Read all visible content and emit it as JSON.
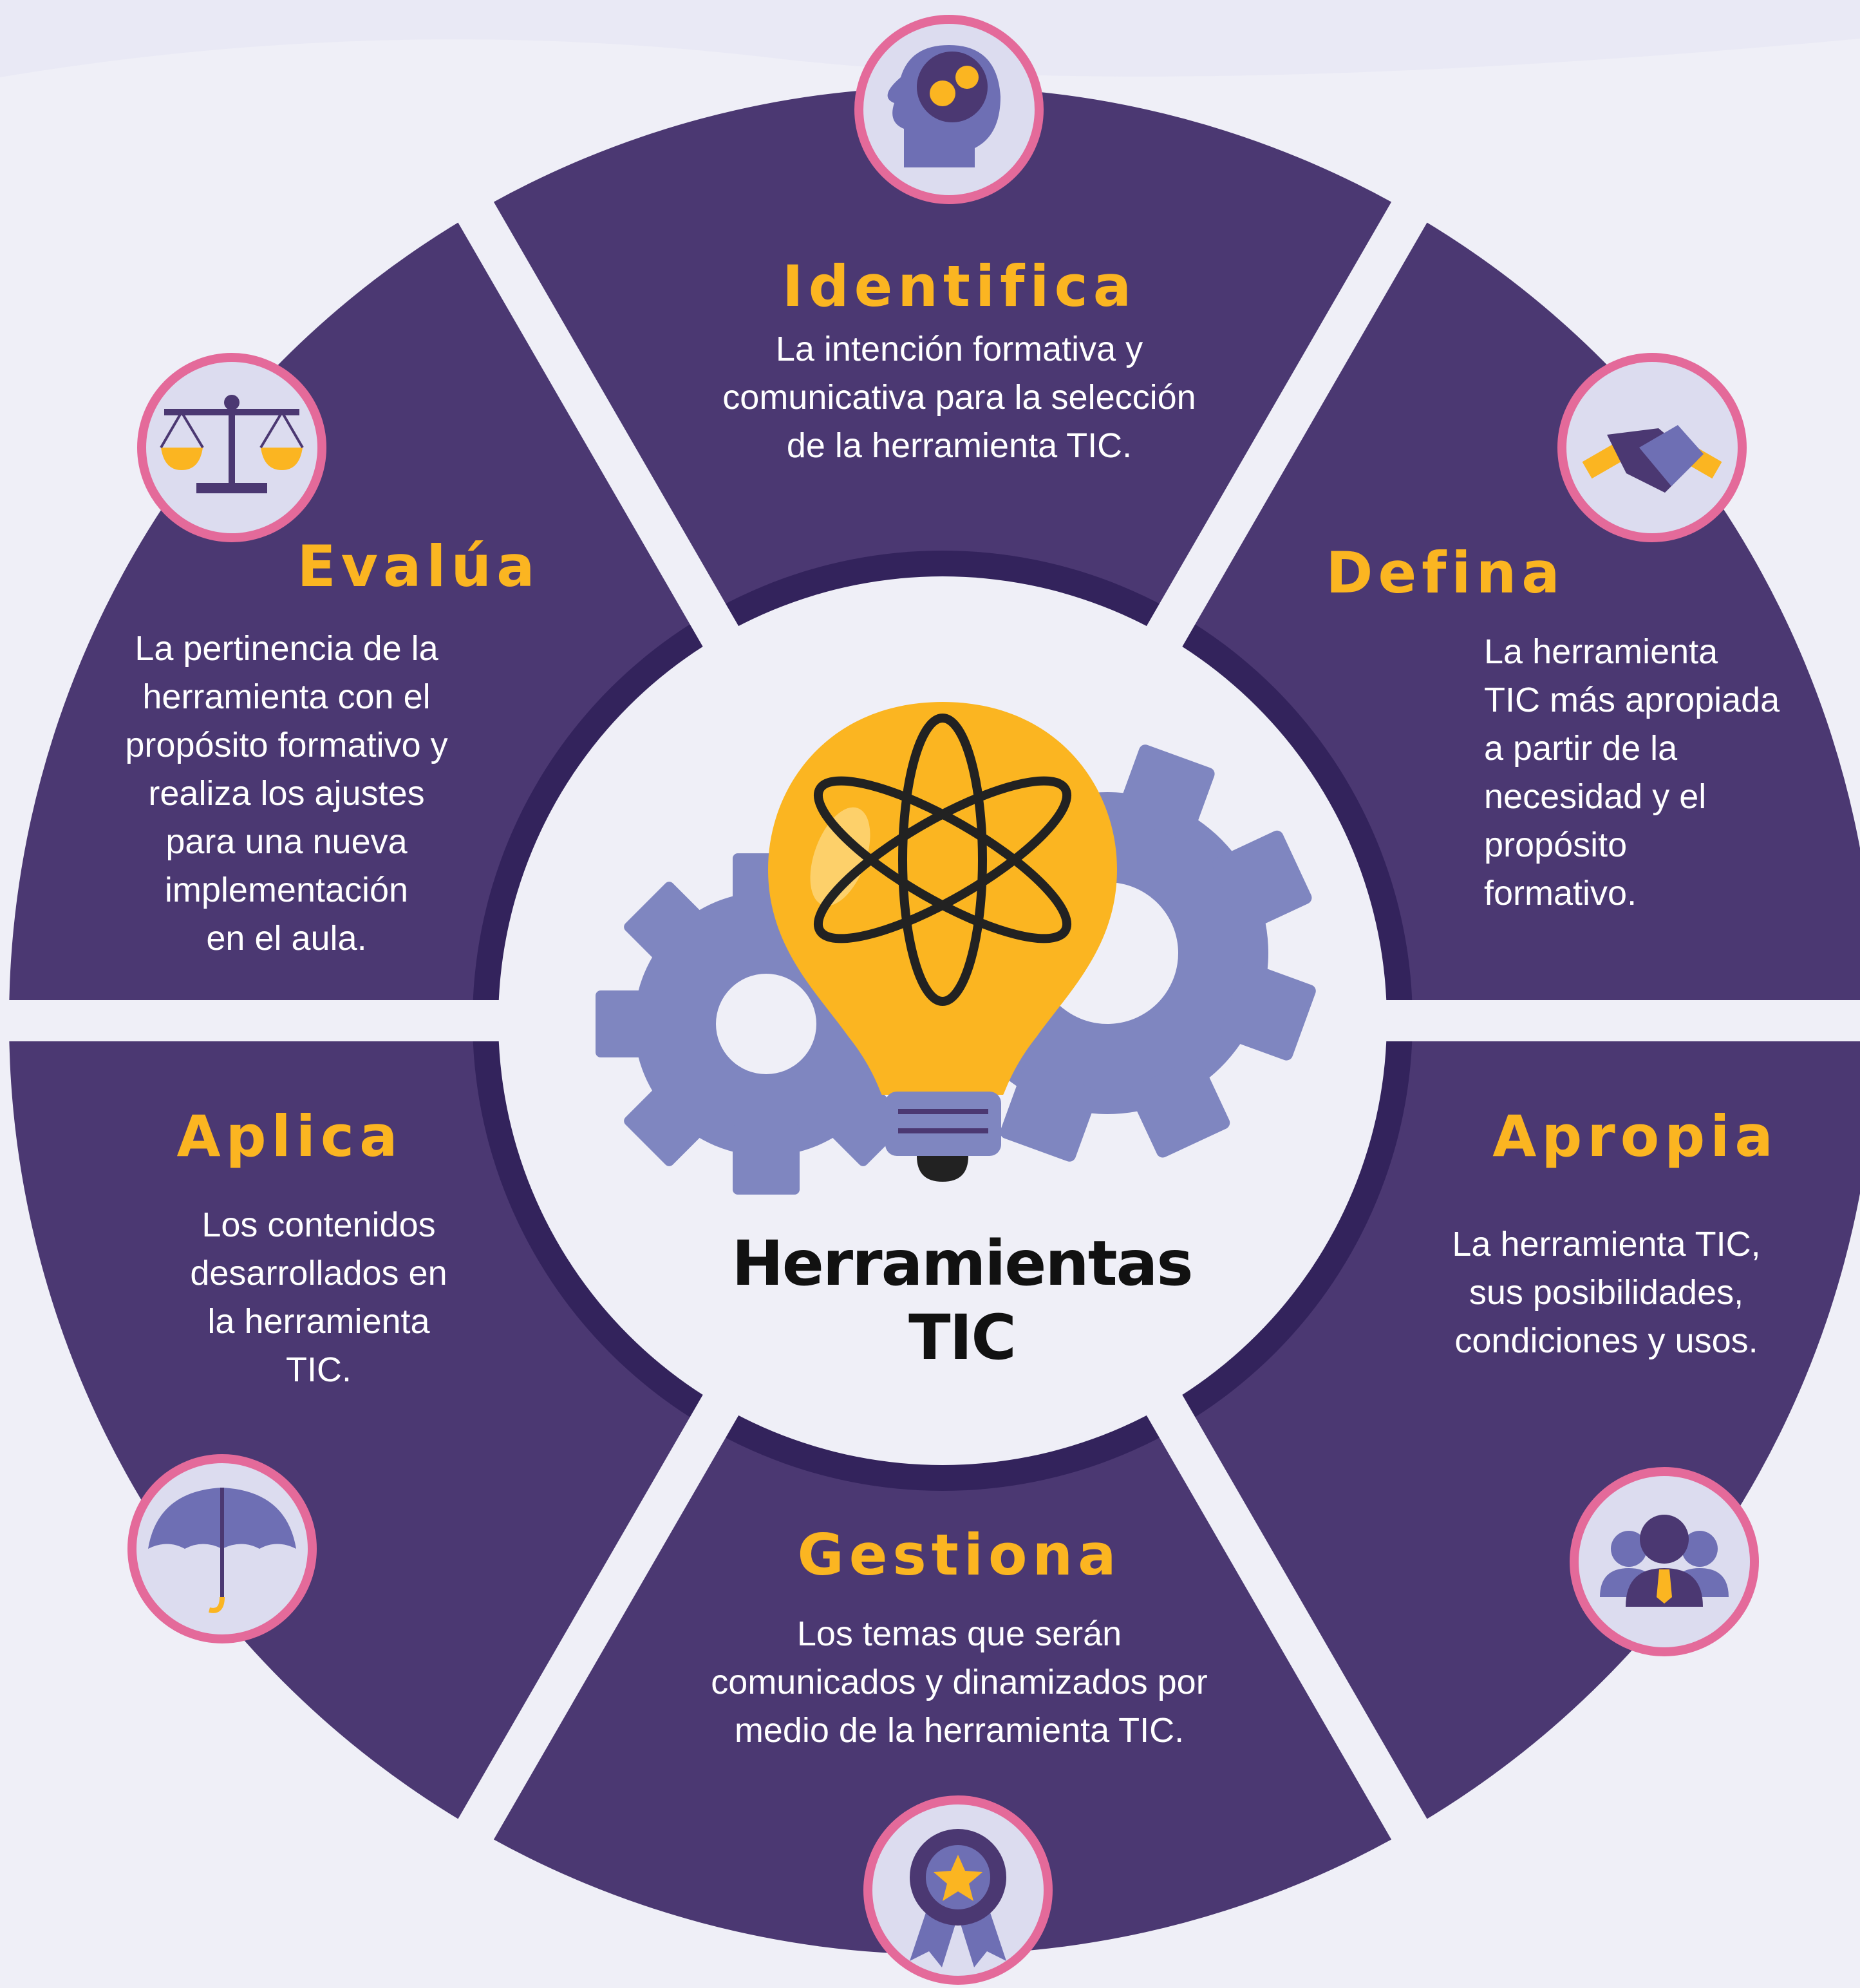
{
  "center": {
    "title_lines": [
      "Herramientas",
      "TIC"
    ]
  },
  "steps": [
    {
      "title": "Identifica",
      "icon": "brain-gears-icon",
      "lines": [
        "La intención formativa y",
        "comunicativa para la selección",
        "de la herramienta TIC."
      ]
    },
    {
      "title": "Defina",
      "icon": "handshake-icon",
      "lines": [
        "La herramienta",
        "TIC más apropiada",
        "a partir de la",
        "necesidad y el",
        "propósito",
        "formativo."
      ]
    },
    {
      "title": "Apropia",
      "icon": "team-icon",
      "lines": [
        "La herramienta TIC,",
        "sus posibilidades,",
        "condiciones y usos."
      ]
    },
    {
      "title": "Gestiona",
      "icon": "award-ribbon-icon",
      "lines": [
        "Los temas que serán",
        "comunicados y dinamizados por",
        "medio de la herramienta TIC."
      ]
    },
    {
      "title": "Aplica",
      "icon": "umbrella-icon",
      "lines": [
        "Los contenidos",
        "desarrollados en",
        "la herramienta",
        "TIC."
      ]
    },
    {
      "title": "Evalúa",
      "icon": "scales-icon",
      "lines": [
        "La pertinencia de la",
        "herramienta con el",
        "propósito formativo y",
        "realiza los ajustes",
        "para una nueva",
        "implementación",
        "en el aula."
      ]
    }
  ],
  "colors": {
    "background": "#efeff7",
    "segment": "#4b3872",
    "inner_ring": "#33235c",
    "center_disc": "#efeff7",
    "title": "#fbb521",
    "text": "#ffffff",
    "icon_border": "#e46a9a",
    "icon_fill": "#dcdcef",
    "gear": "#7f86c0",
    "bulb": "#fbb521"
  }
}
